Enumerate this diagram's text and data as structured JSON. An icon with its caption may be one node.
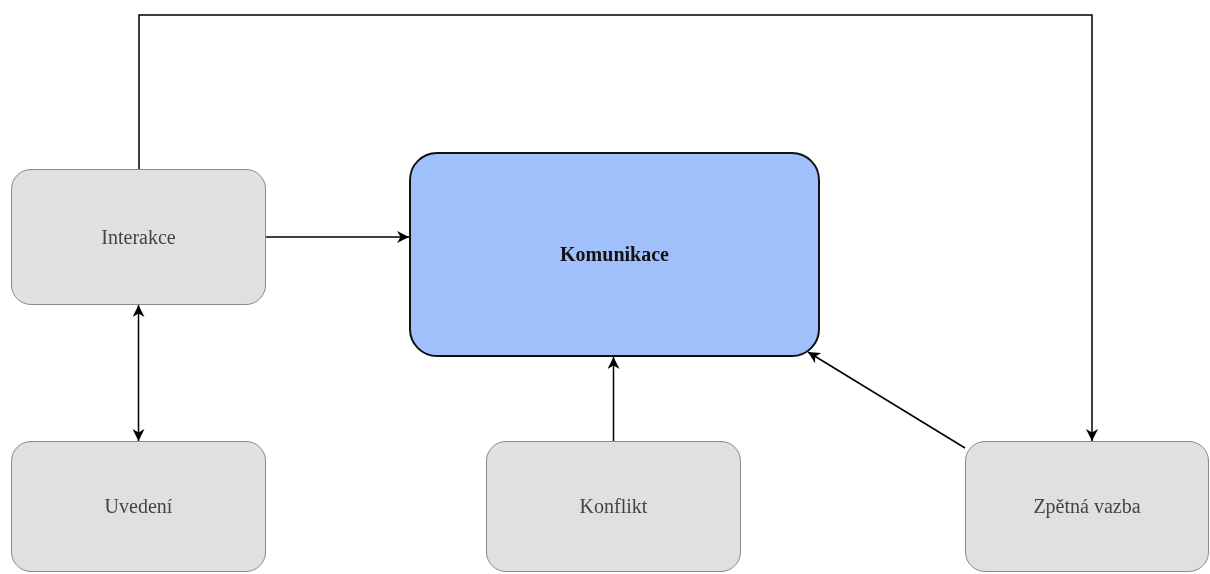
{
  "diagram": {
    "nodes": [
      {
        "text": [
          "Interakce"
        ]
      },
      {
        "text": [
          "Komunikace"
        ]
      },
      {
        "text": [
          "Uvedení"
        ]
      },
      {
        "text": [
          "Konflikt"
        ]
      },
      {
        "text": [
          "Zpětná vazba"
        ]
      }
    ],
    "edges": [
      {
        "from": 0,
        "to": 1,
        "arrow": "to"
      },
      {
        "from": 0,
        "to": 2,
        "arrow": "both"
      },
      {
        "from": 3,
        "to": 1,
        "arrow": "to"
      },
      {
        "from": 4,
        "to": 1,
        "arrow": "to"
      },
      {
        "from": 0,
        "to": 4,
        "arrow": "to"
      }
    ]
  }
}
